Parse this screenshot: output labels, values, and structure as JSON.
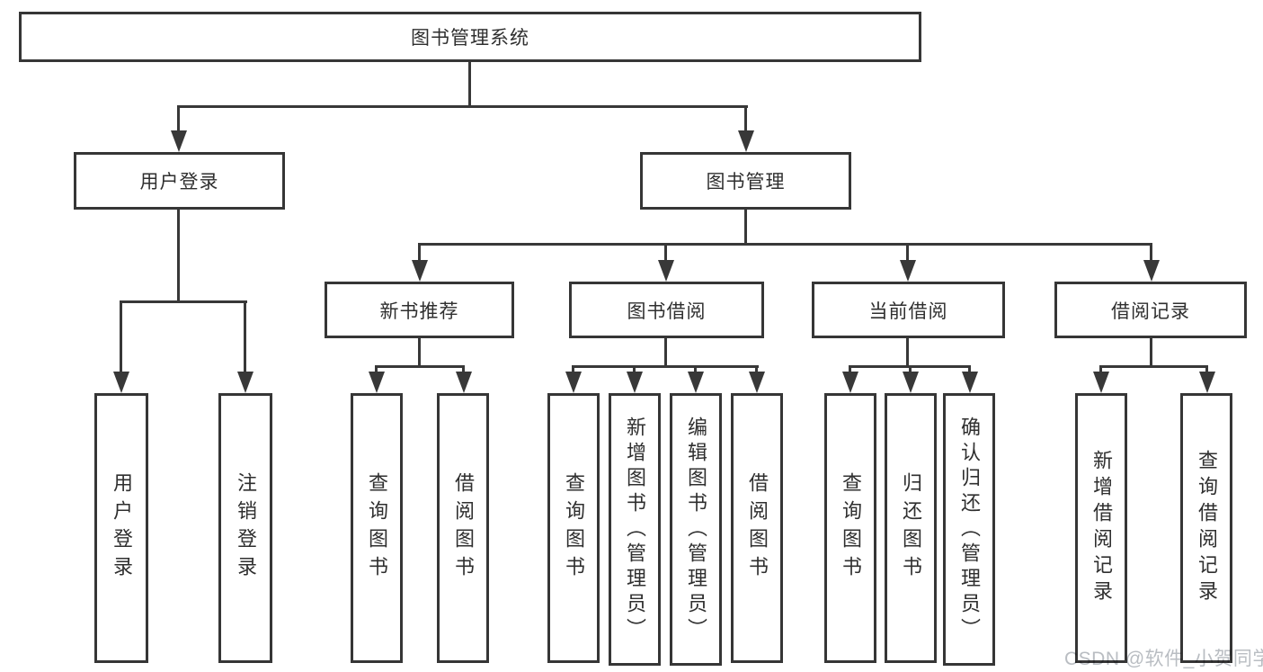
{
  "tree": {
    "root": "图书管理系统",
    "user_login": "用户登录",
    "book_mgmt": "图书管理",
    "new_book_rec": "新书推荐",
    "book_borrow": "图书借阅",
    "current_borrow": "当前借阅",
    "borrow_record": "借阅记录",
    "leaf_user_login": "用户登录",
    "leaf_logout": "注销登录",
    "leaf_nb_query": "查询图书",
    "leaf_nb_borrow": "借阅图书",
    "leaf_bb_query": "查询图书",
    "leaf_bb_add": "新增图书（管理员）",
    "leaf_bb_edit": "编辑图书（管理员）",
    "leaf_bb_borrow": "借阅图书",
    "leaf_cb_query": "查询图书",
    "leaf_cb_return": "归还图书",
    "leaf_cb_confirm": "确认归还（管理员）",
    "leaf_br_add": "新增借阅记录",
    "leaf_br_query": "查询借阅记录"
  },
  "watermark": "CSDN @软件_小贺同学",
  "colors": {
    "line": "#383838",
    "border": "#363636",
    "text": "#2f2f2f",
    "watermark": "#b9bdc2",
    "background": "#ffffff"
  }
}
